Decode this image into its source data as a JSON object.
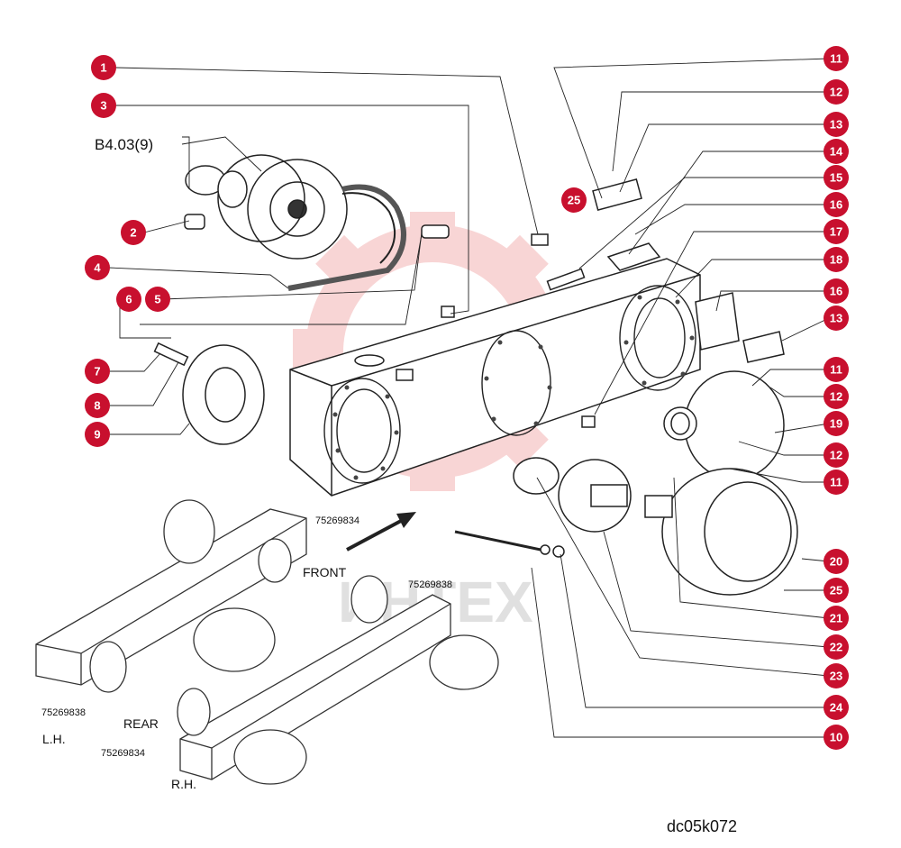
{
  "callout_color": "#c8102e",
  "watermark_color": "#f3b4b4",
  "watermark_text": "ИНТЕХ",
  "drawing_id": "dc05k072",
  "ref_group": "B4.03(9)",
  "labels": {
    "front": "FRONT",
    "rear": "REAR",
    "lh": "L.H.",
    "rh": "R.H.",
    "part_a": "75269834",
    "part_b": "75269838",
    "part_c": "75269838",
    "part_d": "75269834"
  },
  "left_callouts": [
    "1",
    "3",
    "2",
    "4",
    "5",
    "6",
    "7",
    "8",
    "9"
  ],
  "right_callouts": [
    "11",
    "12",
    "13",
    "14",
    "15",
    "16",
    "17",
    "18",
    "16",
    "13",
    "11",
    "12",
    "19",
    "12",
    "11",
    "20",
    "25",
    "21",
    "22",
    "23",
    "24",
    "10"
  ],
  "inner_callout": "25"
}
